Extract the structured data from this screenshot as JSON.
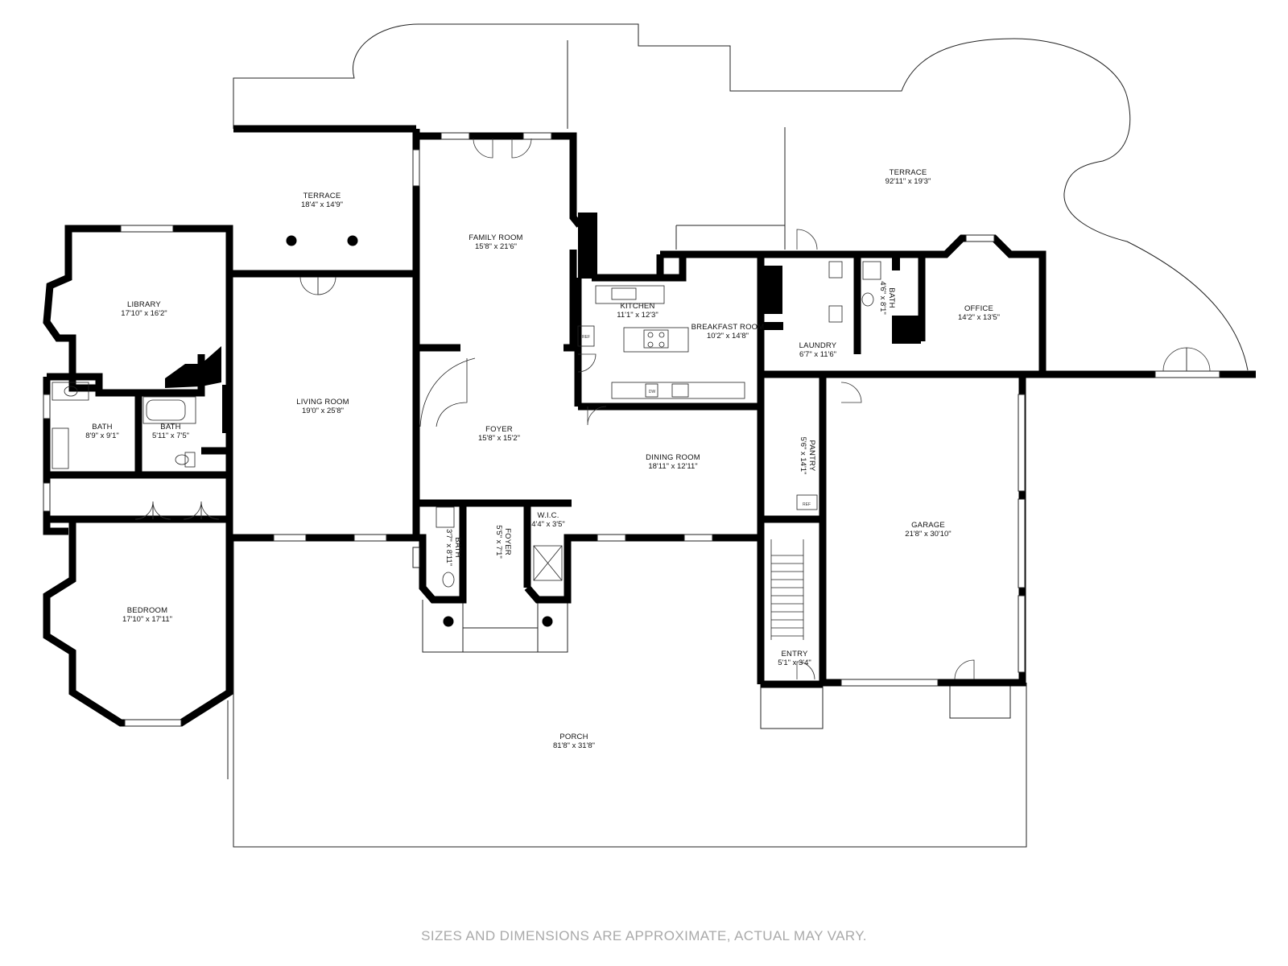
{
  "disclaimer": "SIZES AND DIMENSIONS ARE APPROXIMATE, ACTUAL MAY VARY.",
  "rooms": [
    {
      "id": "terrace-left",
      "name": "TERRACE",
      "dim": "18'4\" x 14'9\""
    },
    {
      "id": "family-room",
      "name": "FAMILY ROOM",
      "dim": "15'8\" x 21'6\""
    },
    {
      "id": "terrace-right",
      "name": "TERRACE",
      "dim": "92'11\" x 19'3\""
    },
    {
      "id": "library",
      "name": "LIBRARY",
      "dim": "17'10\" x 16'2\""
    },
    {
      "id": "kitchen",
      "name": "KITCHEN",
      "dim": "11'1\" x 12'3\""
    },
    {
      "id": "breakfast-room",
      "name": "BREAKFAST ROOM",
      "dim": "10'2\" x 14'8\""
    },
    {
      "id": "laundry",
      "name": "LAUNDRY",
      "dim": "6'7\" x 11'6\""
    },
    {
      "id": "bath-office",
      "name": "BATH",
      "dim": "4'6\" x 8'1\""
    },
    {
      "id": "office",
      "name": "OFFICE",
      "dim": "14'2\" x 13'5\""
    },
    {
      "id": "living-room",
      "name": "LIVING ROOM",
      "dim": "19'0\" x 25'8\""
    },
    {
      "id": "bath-1",
      "name": "BATH",
      "dim": "8'9\" x 9'1\""
    },
    {
      "id": "bath-2",
      "name": "BATH",
      "dim": "5'11\" x 7'5\""
    },
    {
      "id": "foyer",
      "name": "FOYER",
      "dim": "15'8\" x 15'2\""
    },
    {
      "id": "pantry",
      "name": "PANTRY",
      "dim": "5'6\" x 14'1\""
    },
    {
      "id": "dining-room",
      "name": "DINING ROOM",
      "dim": "18'11\" x 12'11\""
    },
    {
      "id": "wic",
      "name": "W.I.C.",
      "dim": "4'4\" x 3'5\""
    },
    {
      "id": "foyer-small",
      "name": "FOYER",
      "dim": "5'5\" x 7'1\""
    },
    {
      "id": "bath-front",
      "name": "BATH",
      "dim": "3'7\" x 8'11\""
    },
    {
      "id": "garage",
      "name": "GARAGE",
      "dim": "21'8\" x 30'10\""
    },
    {
      "id": "bedroom",
      "name": "BEDROOM",
      "dim": "17'10\" x 17'11\""
    },
    {
      "id": "entry",
      "name": "ENTRY",
      "dim": "5'1\" x 3'4\""
    },
    {
      "id": "porch",
      "name": "PORCH",
      "dim": "81'8\" x 31'8\""
    }
  ],
  "fixtures": {
    "ref_1": "REF",
    "ref_2": "REF",
    "dw": "DW"
  }
}
